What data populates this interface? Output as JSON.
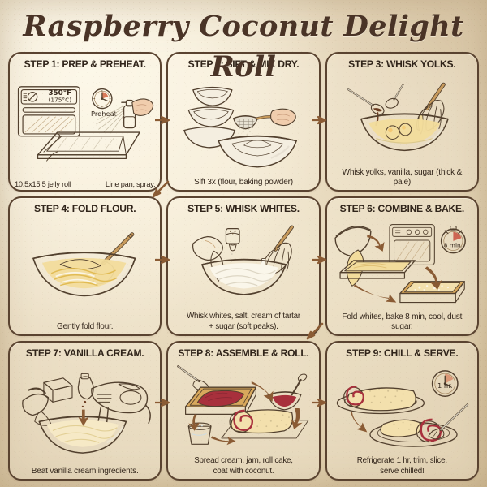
{
  "title": "Raspberry Coconut Delight Roll",
  "theme": {
    "paper": "#f2e7cf",
    "ink": "#4a3427",
    "panel_border": "#5a4330",
    "arrow": "#8a5b34",
    "jam": "#a8303c",
    "batter": "#f2dc9c",
    "crust": "#d8a85c"
  },
  "steps": [
    {
      "id": "step-1",
      "heading": "STEP 1: PREP & PREHEAT.",
      "caption": "",
      "caption_lines": [],
      "labels": {
        "oven_temp_f": "350°F",
        "oven_temp_c": "(175°C)",
        "clock": "Preheat",
        "pan_size": "10.5x15.5 jelly roll",
        "action": "Line pan, spray."
      },
      "icons": [
        "oven-icon",
        "clock-icon",
        "spray-can-icon",
        "jelly-roll-pan-icon"
      ]
    },
    {
      "id": "step-2",
      "heading": "STEP 2: SIFT & MIX DRY.",
      "caption": "Sift 3x (flour, baking powder)",
      "caption_lines": [
        "Sift 3x (flour, baking powder)"
      ],
      "labels": {},
      "icons": [
        "stacked-bowls-icon",
        "sieve-icon",
        "hand-icon",
        "mixing-bowl-icon"
      ]
    },
    {
      "id": "step-3",
      "heading": "STEP 3: WHISK YOLKS.",
      "caption": "Whisk yolks, vanilla, sugar (thick & pale)",
      "caption_lines": [
        "Whisk yolks, vanilla, sugar (thick & pale)"
      ],
      "labels": {},
      "icons": [
        "vanilla-spoon-icon",
        "sugar-spoon-icon",
        "whisk-icon",
        "bowl-with-yolks-icon"
      ]
    },
    {
      "id": "step-4",
      "heading": "STEP 4: FOLD FLOUR.",
      "caption": "Gently fold flour.",
      "caption_lines": [
        "Gently fold flour."
      ],
      "labels": {},
      "icons": [
        "mixing-bowl-icon",
        "red-spatula-icon"
      ]
    },
    {
      "id": "step-5",
      "heading": "STEP 5: WHISK WHITES.",
      "caption": "Whisk whites, salt, cream of tartar + sugar (soft peaks).",
      "caption_lines": [
        "Whisk whites, salt, cream of tartar",
        "+ sugar (soft peaks)."
      ],
      "labels": {},
      "icons": [
        "cracked-egg-icon",
        "salt-shaker-icon",
        "whisk-icon",
        "bowl-of-whites-icon"
      ]
    },
    {
      "id": "step-6",
      "heading": "STEP 6: COMBINE & BAKE.",
      "caption": "Fold whites, bake 8 min, cool, dust sugar.",
      "caption_lines": [
        "Fold whites, bake 8 min, cool, dust sugar."
      ],
      "labels": {
        "timer": "8 min."
      },
      "icons": [
        "pouring-bowl-icon",
        "sheet-pan-icon",
        "oven-icon",
        "timer-icon",
        "baked-cake-icon"
      ]
    },
    {
      "id": "step-7",
      "heading": "STEP 7: VANILLA CREAM.",
      "caption": "Beat vanilla cream ingredients.",
      "caption_lines": [
        "Beat vanilla cream ingredients."
      ],
      "labels": {},
      "icons": [
        "butter-stick-icon",
        "vanilla-bottle-icon",
        "hand-mixer-icon",
        "bowl-of-cream-icon",
        "pouring-jug-icon"
      ]
    },
    {
      "id": "step-8",
      "heading": "STEP 8: ASSEMBLE & ROLL.",
      "caption": "Spread cream, jam, roll cake, coat with coconut.",
      "caption_lines": [
        "Spread cream, jam, roll cake,",
        "coat with coconut."
      ],
      "labels": {},
      "icons": [
        "spatula-icon",
        "cake-sheet-icon",
        "jam-bowl-icon",
        "coconut-cup-icon",
        "rolled-cake-icon"
      ]
    },
    {
      "id": "step-9",
      "heading": "STEP 9: CHILL & SERVE.",
      "caption": "Refrigerate 1 hr, trim, slice, serve chilled!",
      "caption_lines": [
        "Refrigerate 1 hr, trim, slice,",
        "serve chilled!"
      ],
      "labels": {
        "clock": "1 hr."
      },
      "icons": [
        "rolled-cake-icon",
        "clock-icon",
        "plate-icon",
        "fork-icon",
        "cake-slice-icon"
      ]
    }
  ],
  "flow_arrows": [
    {
      "name": "arrow-step1-to-step2",
      "direction": "right"
    },
    {
      "name": "arrow-step2-to-step3",
      "direction": "right"
    },
    {
      "name": "arrow-step3-to-step4",
      "direction": "down-left"
    },
    {
      "name": "arrow-step4-to-step5",
      "direction": "right"
    },
    {
      "name": "arrow-step5-to-step6",
      "direction": "right"
    },
    {
      "name": "arrow-step6-to-step7",
      "direction": "down-left"
    },
    {
      "name": "arrow-step7-to-step8",
      "direction": "right"
    },
    {
      "name": "arrow-step8-to-step9",
      "direction": "right"
    }
  ]
}
